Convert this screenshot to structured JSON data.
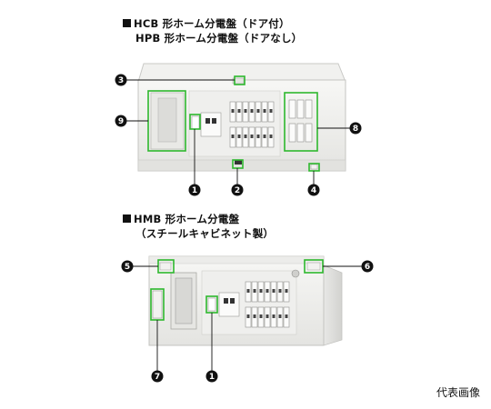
{
  "top_panel": {
    "title_line1": "HCB 形ホーム分電盤（ドア付）",
    "title_line2": "HPB 形ホーム分電盤（ドアなし）"
  },
  "bottom_panel": {
    "title_line1": "HMB 形ホーム分電盤",
    "title_line2": "（スチールキャビネット製）"
  },
  "caption": "代表画像",
  "callouts": {
    "c3": "3",
    "c9": "9",
    "c8": "8",
    "c1": "1",
    "c2": "2",
    "c4": "4",
    "c5": "5",
    "c6": "6",
    "c7": "7",
    "c1b": "1"
  },
  "colors": {
    "highlight": "#2eb82e",
    "callout": "#111111"
  }
}
